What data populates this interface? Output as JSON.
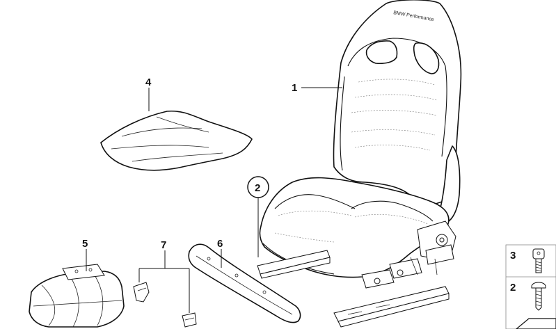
{
  "brand_text": "BMW Performance",
  "callouts": {
    "c1": "1",
    "c2": "2",
    "c3": "3",
    "c4": "4",
    "c5": "5",
    "c6": "6",
    "c7": "7"
  },
  "legend": {
    "row1": "3",
    "row2": "2"
  }
}
